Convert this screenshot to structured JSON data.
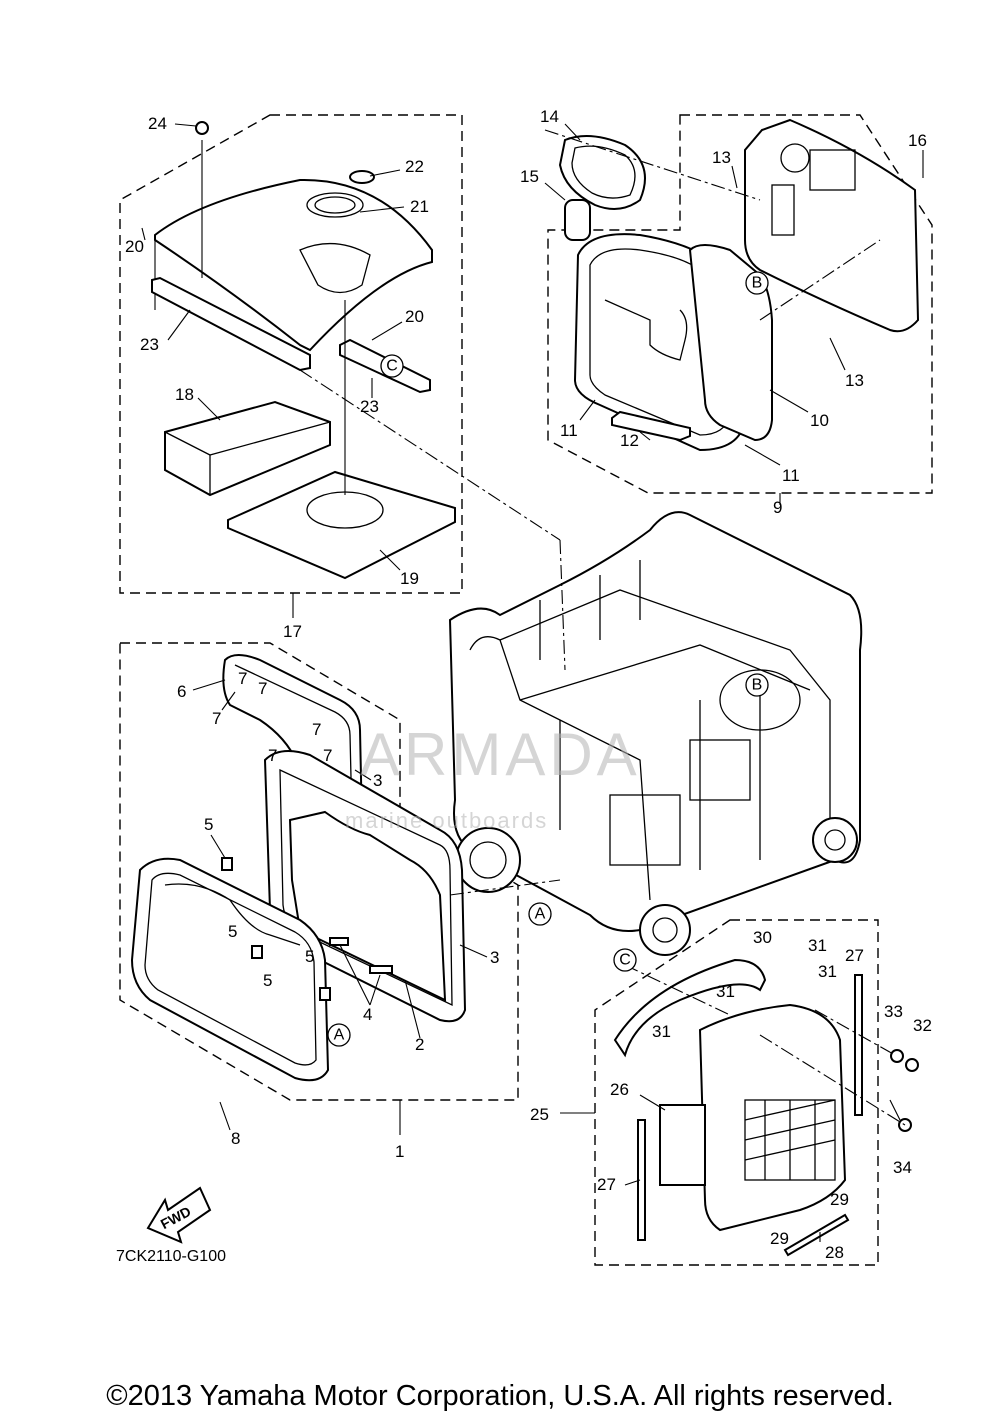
{
  "diagram": {
    "code": "7CK2110-G100",
    "copyright": "©2013 Yamaha Motor Corporation, U.S.A. All rights reserved.",
    "fwd_label": "FWD",
    "watermark": {
      "brand": "ARMADA",
      "sub": "marine outboards"
    },
    "refs": [
      "A",
      "B",
      "C"
    ],
    "callouts": [
      "1",
      "2",
      "3",
      "4",
      "5",
      "6",
      "7",
      "8",
      "9",
      "10",
      "11",
      "12",
      "13",
      "14",
      "15",
      "16",
      "17",
      "18",
      "19",
      "20",
      "21",
      "22",
      "23",
      "24",
      "25",
      "26",
      "27",
      "28",
      "29",
      "30",
      "31",
      "32",
      "33",
      "34"
    ]
  }
}
